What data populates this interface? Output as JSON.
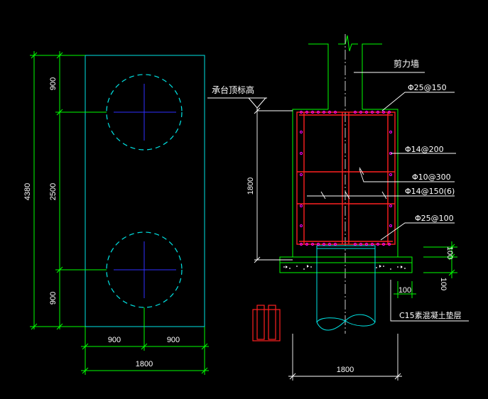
{
  "colors": {
    "background": "#000000",
    "cyan": "#00e5e5",
    "green": "#00ff00",
    "white": "#ffffff",
    "red": "#ff2020",
    "magenta": "#ff00ff",
    "blue": "#3030ff",
    "yellow": "#ffff00"
  },
  "plan": {
    "dims_vertical": {
      "total": "4380",
      "top": "900",
      "middle": "2500",
      "bottom": "900"
    },
    "dims_horizontal": {
      "left": "900",
      "right": "900",
      "total": "1800"
    }
  },
  "section": {
    "labels": {
      "cap_top_elevation": "承台顶标高",
      "shear_wall": "剪力墙",
      "rebar_top": "Φ25@150",
      "rebar_side": "Φ14@200",
      "rebar_tie": "Φ10@300",
      "rebar_stirrup": "Φ14@150(6)",
      "rebar_bottom": "Φ25@100",
      "cushion": "C15素混凝土垫层"
    },
    "dims": {
      "cap_height": "1800",
      "cushion_thickness": "100",
      "cushion_projection": "100",
      "cushion_right": "100",
      "width": "1800"
    }
  }
}
